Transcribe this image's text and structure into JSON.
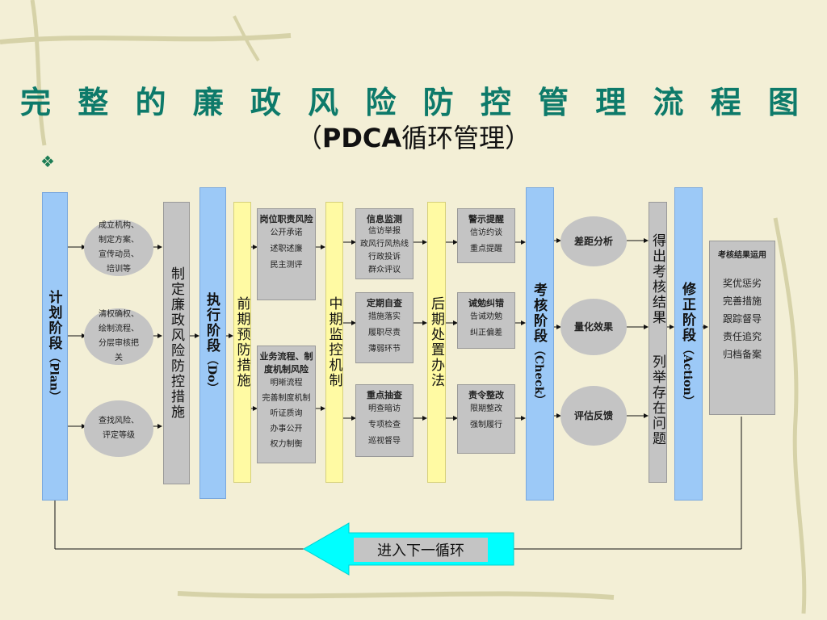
{
  "title": {
    "line1": "完 整 的 廉 政 风 险 防 控 管 理 流 程 图",
    "line2_open": "（",
    "line2_bold": "PDCA",
    "line2_rest": "循环管理）"
  },
  "bullet": "❖",
  "plan": {
    "label": "计划阶段",
    "latin": "（Plan）"
  },
  "plan_items": [
    "成立机构、制定方案、宣传动员、培训等",
    "清权确权、绘制流程、分层审核把关",
    "查找风险、评定等级"
  ],
  "measures": {
    "label": "制定廉政风险防控措施"
  },
  "do": {
    "label": "执行阶段",
    "latin": "（Do）"
  },
  "pre": {
    "label": "前期预防措施"
  },
  "pre_cards": [
    {
      "head": "岗位职责风险",
      "lines": [
        "公开承诺",
        "述职述廉",
        "民主测评"
      ]
    },
    {
      "head": "业务流程、制度机制风险",
      "lines": [
        "明晰流程",
        "完善制度机制",
        "听证质询",
        "办事公开",
        "权力制衡"
      ]
    }
  ],
  "mid": {
    "label": "中期监控机制"
  },
  "mid_cards": [
    {
      "head": "信息监测",
      "lines": [
        "信访举报",
        "政风行风热线",
        "行政投诉",
        "群众评议"
      ]
    },
    {
      "head": "定期自查",
      "lines": [
        "措施落实",
        "履职尽责",
        "薄弱环节"
      ]
    },
    {
      "head": "重点抽查",
      "lines": [
        "明查暗访",
        "专项检查",
        "巡视督导"
      ]
    }
  ],
  "post": {
    "label": "后期处置办法"
  },
  "post_cards": [
    {
      "head": "警示提醒",
      "lines": [
        "信访约谈",
        "重点提醒"
      ]
    },
    {
      "head": "诫勉纠错",
      "lines": [
        "告诫劝勉",
        "纠正偏差"
      ]
    },
    {
      "head": "责令整改",
      "lines": [
        "限期整改",
        "强制履行"
      ]
    }
  ],
  "check": {
    "label": "考核阶段",
    "latin": "（Check）"
  },
  "check_items": [
    "差距分析",
    "量化效果",
    "评估反馈"
  ],
  "result": {
    "label1": "得出考核结果",
    "label2": "列举存在问题"
  },
  "action": {
    "label": "修正阶段",
    "latin": "（Action）"
  },
  "usage": {
    "head": "考核结果运用",
    "lines": [
      "奖优惩劣",
      "完善措施",
      "跟踪督导",
      "责任追究",
      "归档备案"
    ]
  },
  "next_cycle": "进入下一循环",
  "colors": {
    "title": "#0d7a6a",
    "blue": "#9cc9f7",
    "grey": "#c4c4c4",
    "yellow": "#fffaa3",
    "arrow": "#00ffff"
  }
}
